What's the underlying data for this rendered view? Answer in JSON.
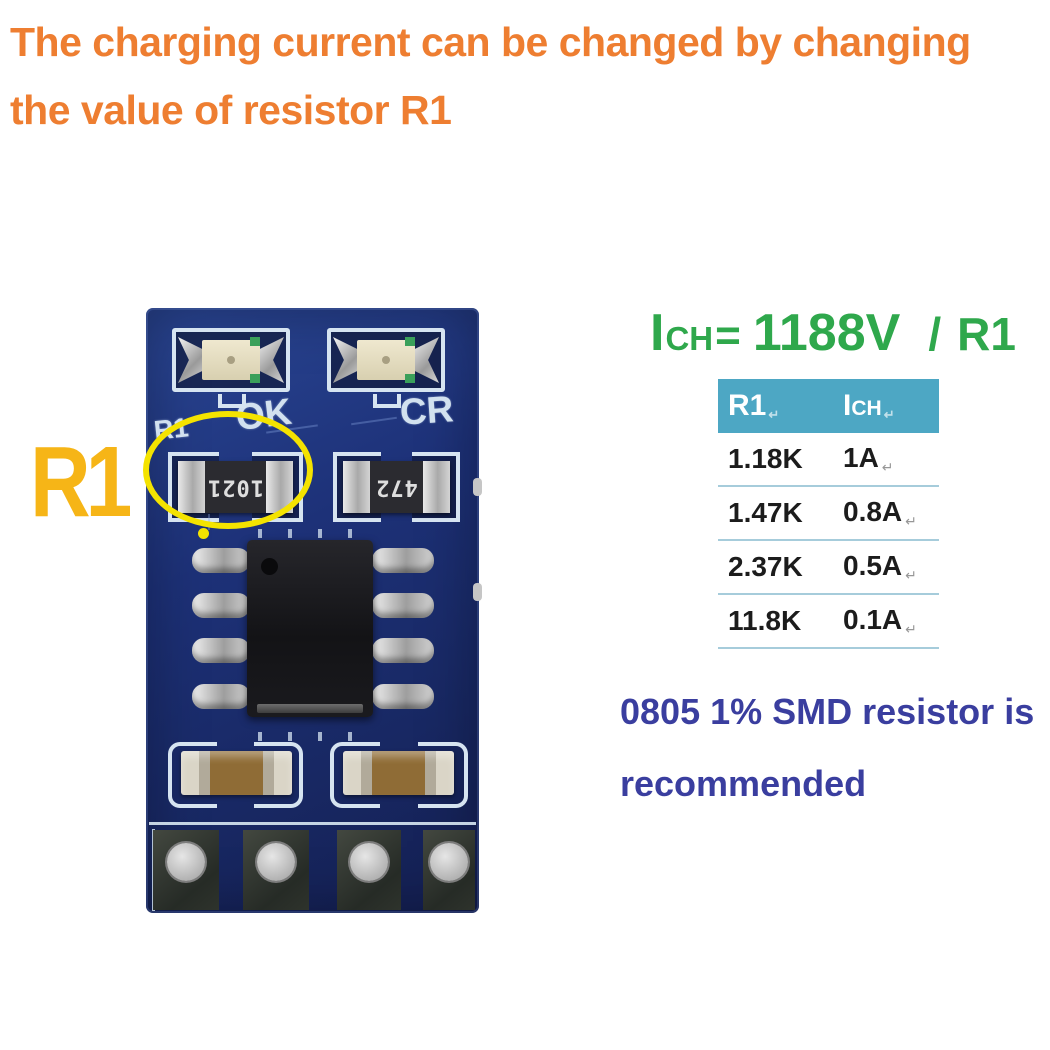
{
  "heading": {
    "line1": "The charging current can be changed by changing",
    "line2": "the value of resistor R1",
    "color": "#ee7e31"
  },
  "callout": {
    "label": "R1",
    "color": "#f6b517"
  },
  "formula": {
    "i": "I",
    "sub": "CH",
    "eq": "=",
    "value": "1188V",
    "slash": "/",
    "denom": "R1",
    "color": "#2fa84c"
  },
  "table": {
    "header": {
      "col1": "R1",
      "col2_i": "I",
      "col2_sub": "CH",
      "mark": "↵",
      "bg": "#4da7c4"
    },
    "rows": [
      {
        "r1": "1.18K",
        "ich": "1A",
        "mark": "↵"
      },
      {
        "r1": "1.47K",
        "ich": "0.8A",
        "mark": "↵"
      },
      {
        "r1": "2.37K",
        "ich": "0.5A",
        "mark": "↵"
      },
      {
        "r1": "11.8K",
        "ich": "0.1A",
        "mark": "↵"
      }
    ]
  },
  "note": {
    "line1": "0805 1% SMD resistor is",
    "line2": "recommended",
    "color": "#3a3e9f"
  },
  "pcb": {
    "silkscreen": {
      "r1": "R1",
      "ok": "OK",
      "cr": "CR"
    },
    "resistors": [
      {
        "marking": "1021"
      },
      {
        "marking": "472"
      }
    ],
    "board_color": "#1d3178",
    "highlight_color": "#f4e300"
  }
}
